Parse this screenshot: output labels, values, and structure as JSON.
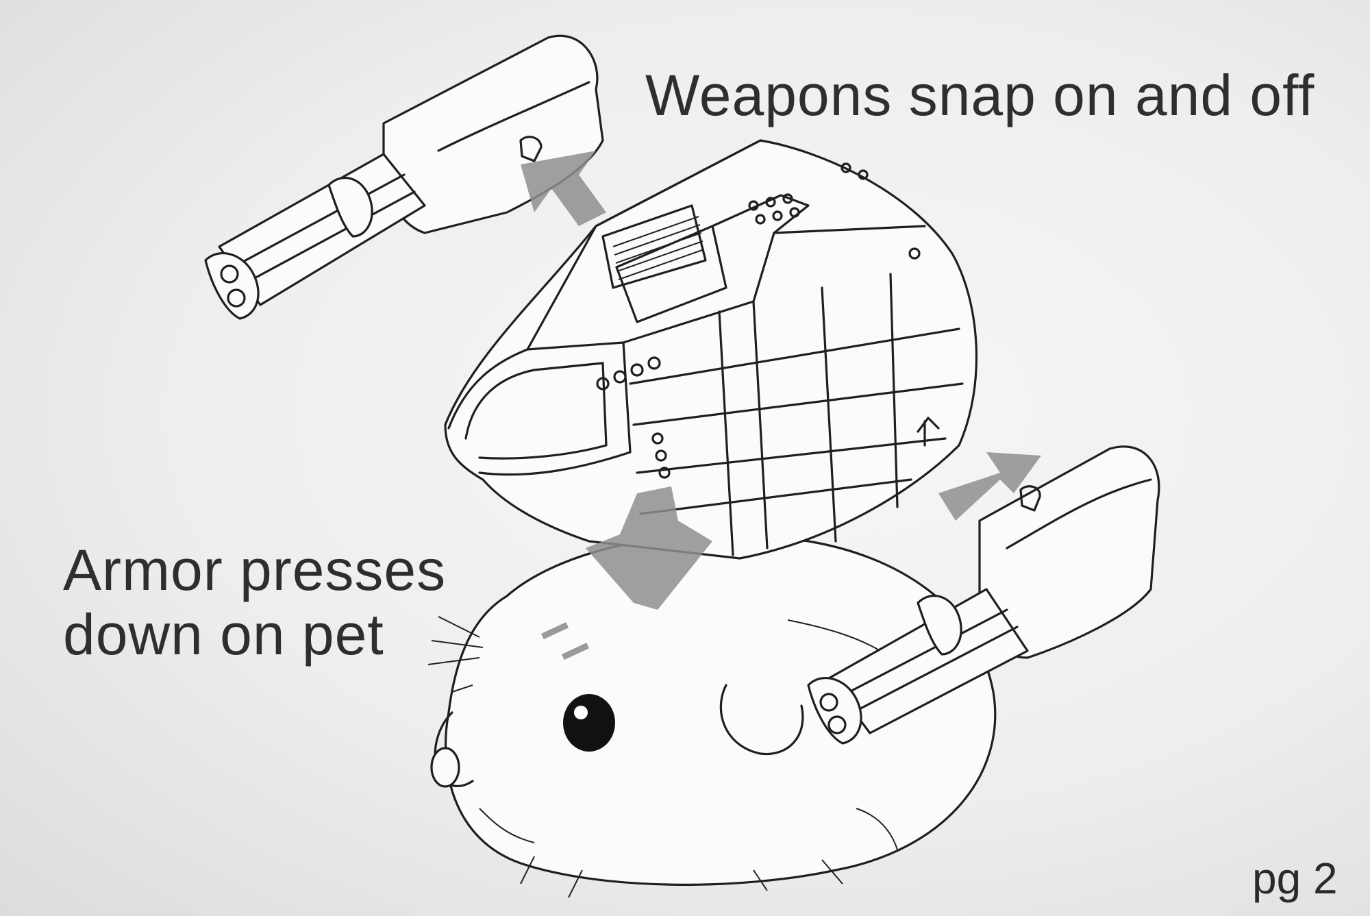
{
  "captions": {
    "weapons": "Weapons snap on and off",
    "armor_line1": "Armor presses",
    "armor_line2": "down on pet"
  },
  "footer": {
    "page_number": "pg 2"
  },
  "colors": {
    "ink": "#1f1f1f",
    "arrow_gray": "#8e8e8e",
    "paper": "#f4f4f2"
  }
}
